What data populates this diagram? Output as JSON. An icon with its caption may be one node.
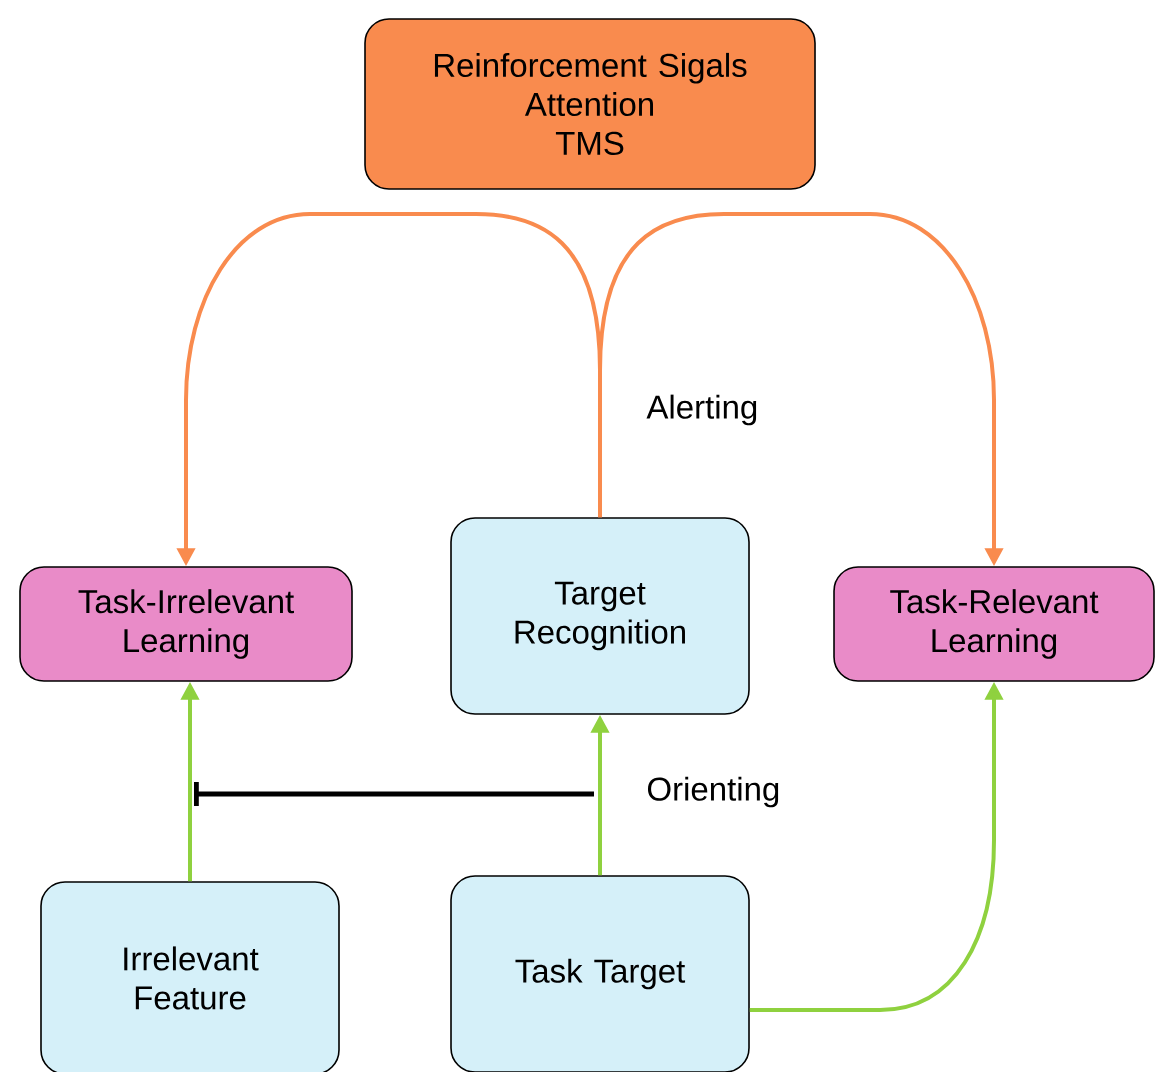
{
  "diagram": {
    "nodes": [
      {
        "text": [
          "Reinforcement Sigals",
          "Attention",
          "TMS"
        ]
      },
      {
        "text": [
          "Task-Irrelevant Learning"
        ]
      },
      {
        "text": [
          "Target Recognition"
        ]
      },
      {
        "text": [
          "Task-Relevant Learning"
        ]
      },
      {
        "text": [
          "Irrelevant Feature"
        ]
      },
      {
        "text": [
          "Task Target"
        ]
      }
    ],
    "edges": [
      {
        "from": 2,
        "to": 1,
        "arrow": "to",
        "color": "#f98b4e"
      },
      {
        "from": 2,
        "to": 3,
        "arrow": "to",
        "color": "#f98b4e"
      },
      {
        "from": 4,
        "to": 1,
        "arrow": "to"
      },
      {
        "from": 5,
        "to": 2,
        "arrow": "to"
      },
      {
        "from": 5,
        "to": 3,
        "arrow": "to"
      }
    ],
    "labels": [
      "Alerting",
      "Orienting"
    ]
  }
}
